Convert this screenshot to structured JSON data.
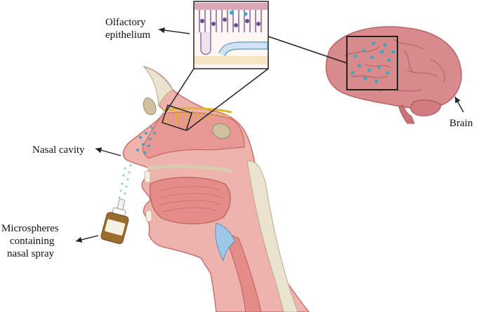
{
  "labels": {
    "olfactory_line1": "Olfactory",
    "olfactory_line2": "epithelium",
    "brain": "Brain",
    "nasal_cavity": "Nasal cavity",
    "spray_line1": "Microspheres",
    "spray_line2": "containing",
    "spray_line3": "nasal spray"
  },
  "colors": {
    "skin": "#e9a5a2",
    "skin_dark": "#c9706f",
    "brain": "#d98a8c",
    "brain_fold": "#b76468",
    "bone": "#d4c7a8",
    "cartilage": "#e9e3cf",
    "microsphere": "#3aa7c7",
    "nerve": "#e3b332",
    "trachea_blue": "#9cc7e6",
    "bottle": "#9a6c2e"
  },
  "icons": [
    "arrow-icon",
    "magnify-box-icon",
    "nasal-spray-bottle-icon",
    "microsphere-dot-icon"
  ]
}
